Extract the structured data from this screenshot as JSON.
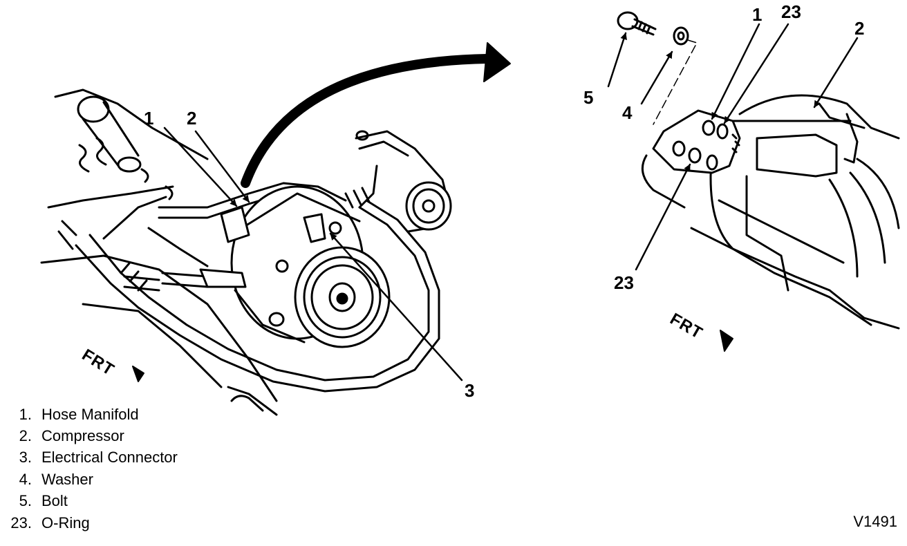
{
  "left_view": {
    "callouts": [
      "1",
      "2",
      "3"
    ],
    "frt_label": "FRT"
  },
  "right_view": {
    "callouts": [
      "1",
      "23",
      "2",
      "5",
      "4",
      "23"
    ],
    "frt_label": "FRT"
  },
  "legend": [
    {
      "num": "1.",
      "label": "Hose Manifold"
    },
    {
      "num": "2.",
      "label": "Compressor"
    },
    {
      "num": "3.",
      "label": "Electrical Connector"
    },
    {
      "num": "4.",
      "label": "Washer"
    },
    {
      "num": "5.",
      "label": "Bolt"
    },
    {
      "num": "23.",
      "label": "O-Ring"
    }
  ],
  "figure_code": "V1491",
  "colors": {
    "ink": "#000000",
    "paper": "#ffffff"
  }
}
